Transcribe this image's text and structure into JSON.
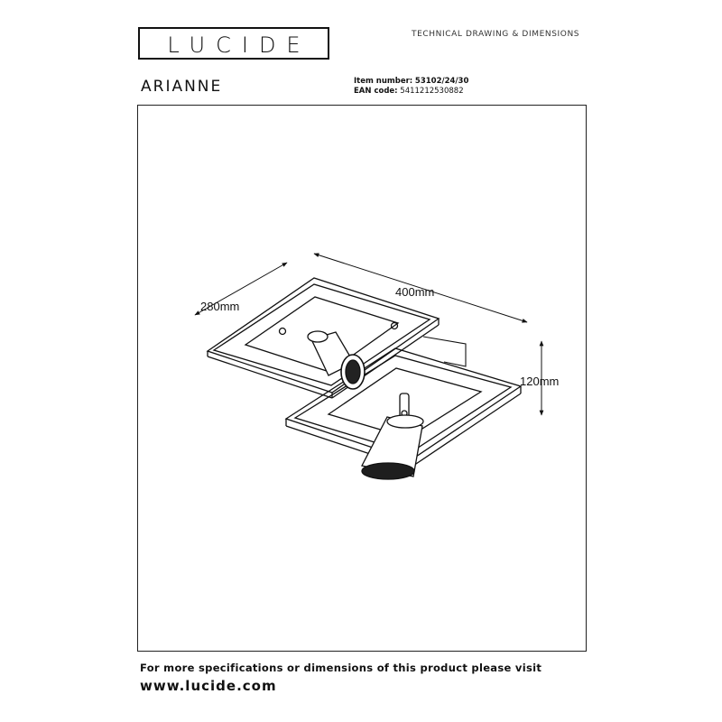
{
  "header": {
    "logo_text": "LUCIDE",
    "document_type": "TECHNICAL DRAWING & DIMENSIONS",
    "product_name": "ARIANNE",
    "item_number_label": "Item number:",
    "item_number_value": "53102/24/30",
    "ean_label": "EAN code:",
    "ean_value": "5411212530882"
  },
  "drawing": {
    "dimension_width": "400mm",
    "dimension_depth": "280mm",
    "dimension_height": "120mm"
  },
  "footer": {
    "text": "For more specifications or dimensions of this product please visit",
    "url": "www.lucide.com"
  }
}
